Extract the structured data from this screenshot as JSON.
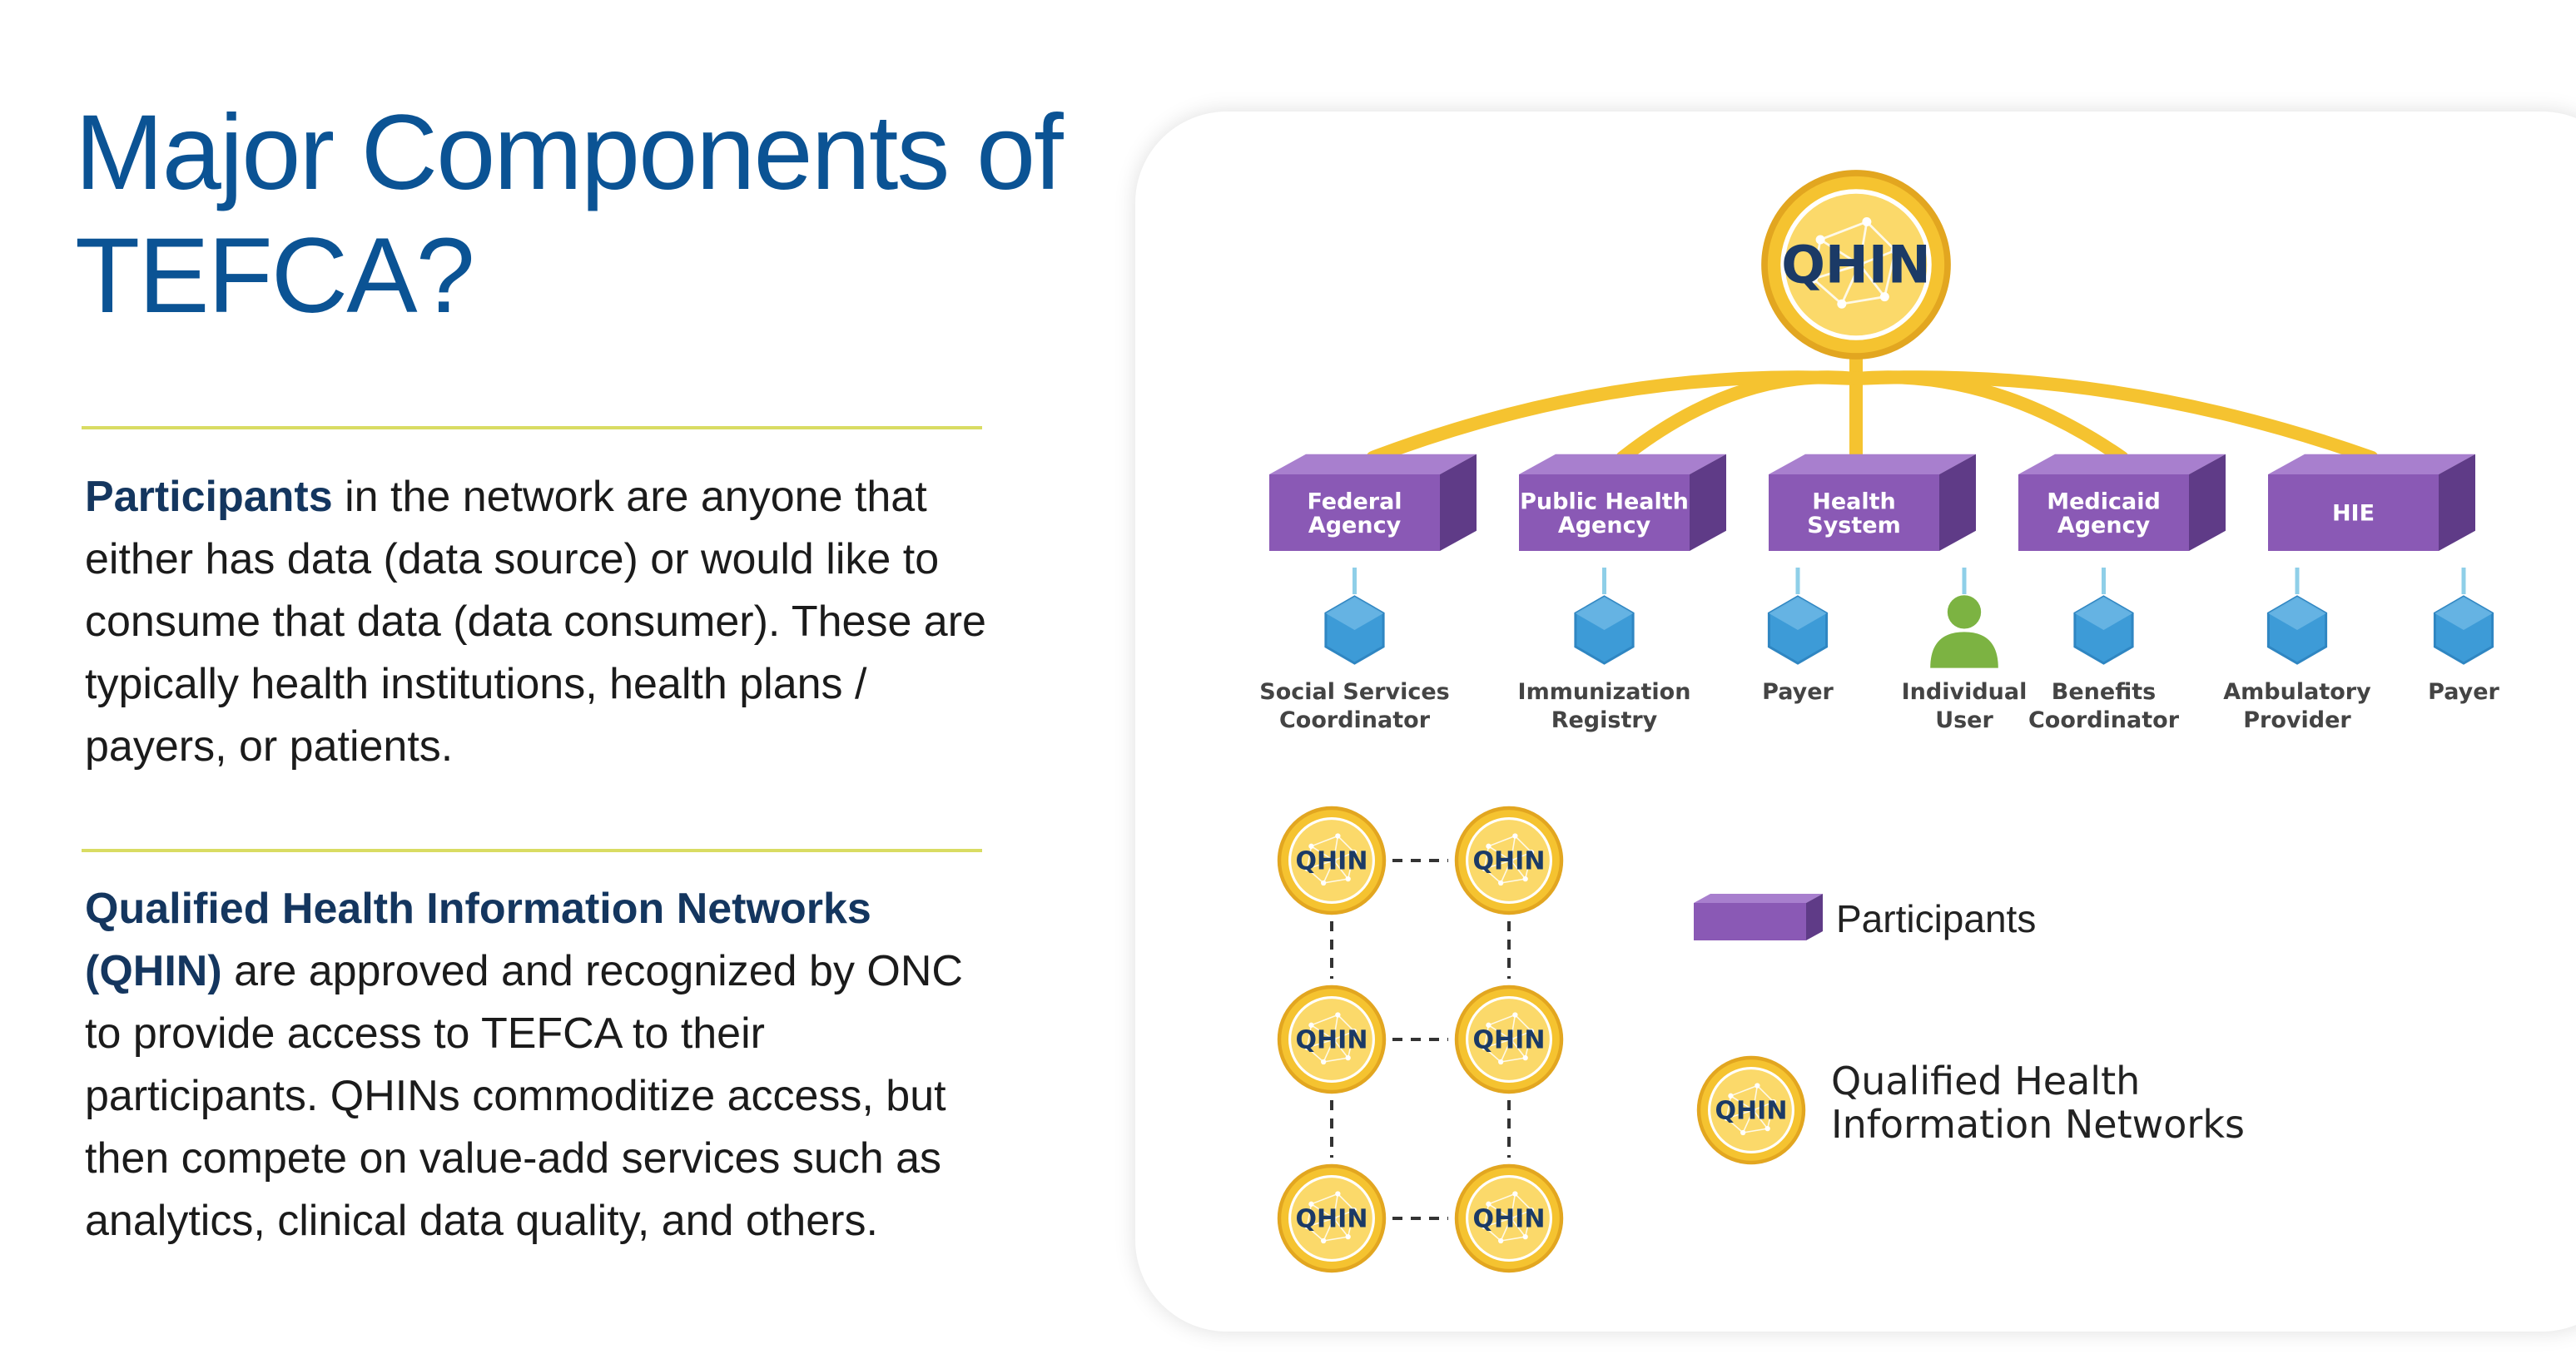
{
  "slide": {
    "title": "Major Components of TEFCA?",
    "participants_term": "Participants",
    "participants_text": " in the network are anyone that either has data (data source) or would like to consume that data (data consumer). These are typically health institutions, health plans / payers, or patients.",
    "qhin_term": "Qualified Health Information Networks (QHIN)",
    "qhin_text": " are approved and recognized by ONC to provide access to TEFCA to their participants. QHINs commoditize access, but then compete on value-add services such as analytics, clinical data quality, and others."
  },
  "diagram": {
    "top_qhin_label": "QHIN",
    "participants": [
      {
        "label": "Federal\nAgency",
        "connections": [
          {
            "label": "Social Services\nCoordinator",
            "icon": "hexagon-icon"
          }
        ]
      },
      {
        "label": "Public Health\nAgency",
        "connections": [
          {
            "label": "Immunization\nRegistry",
            "icon": "hexagon-icon"
          }
        ]
      },
      {
        "label": "Health\nSystem",
        "connections": [
          {
            "label": "Payer",
            "icon": "hexagon-icon"
          },
          {
            "label": "Individual\nUser",
            "icon": "person-icon"
          }
        ]
      },
      {
        "label": "Medicaid\nAgency",
        "connections": [
          {
            "label": "Benefits\nCoordinator",
            "icon": "hexagon-icon"
          }
        ]
      },
      {
        "label": "HIE",
        "connections": [
          {
            "label": "Ambulatory\nProvider",
            "icon": "hexagon-icon"
          },
          {
            "label": "Payer",
            "icon": "hexagon-icon"
          }
        ]
      }
    ],
    "network_grid": {
      "rows": 3,
      "cols": 2,
      "node_label": "QHIN"
    },
    "legend": {
      "participants_label": "Participants",
      "qhin_icon_label": "QHIN",
      "qhin_label": "Qualified Health\nInformation Networks"
    },
    "colors": {
      "purple_front": "#8a59b5",
      "purple_top": "#a87fce",
      "purple_side": "#5f3b87",
      "gold": "#f5c330",
      "gold_light": "#fbd96a",
      "gold_ring": "#e2a620",
      "blue_node": "#3d9bd7",
      "person_green": "#7cb342",
      "navy_text": "#1b3a66",
      "connector_blue": "#8fcfe8",
      "label_gray": "#444444"
    }
  }
}
